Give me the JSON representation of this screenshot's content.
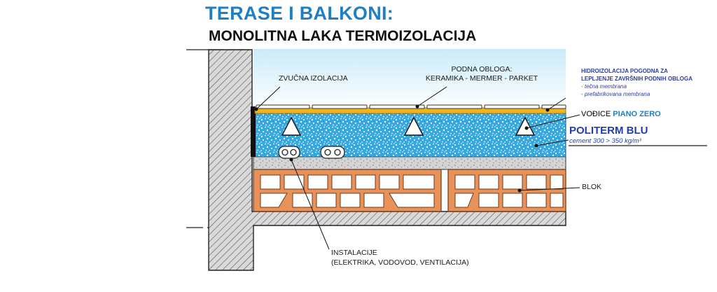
{
  "title": "TERASE I BALKONI:",
  "subtitle": "MONOLITNA LAKA TERMOIZOLACIJA",
  "labels": {
    "sound_insulation": "ZVUČNA IZOLACIJA",
    "floor_covering_line1": "PODNA OBLOGA:",
    "floor_covering_line2": "KERAMIKA - MERMER - PARKET",
    "waterproofing_line1": "HIDROIZOLACIJA POGODNA ZA",
    "waterproofing_line2": "LEPLJENJE ZAVRŠNIH PODNIH OBLOGA",
    "waterproofing_item1": "- tečna membrana",
    "waterproofing_item2": "- prefabrikovana membrana",
    "guides_prefix": "VOĐICE",
    "guides_brand": "PIANO ZERO",
    "politerm_name": "POLITERM BLU",
    "politerm_spec": "cement 300 > 350 kg/m³",
    "block": "BLOK",
    "installations_line1": "INSTALACIJE",
    "installations_line2": "(ELEKTRIKA, VODOVOD, VENTILACIJA)"
  },
  "colors": {
    "title_blue": "#1f7fc4",
    "label_navy": "#2e3c9c",
    "politerm_blue": "#1e3ea8",
    "screed_blue": "#35a8e0",
    "floor_yellow": "#f2b418",
    "brick_orange": "#e8925a",
    "concrete_grey": "#cfcfcf",
    "sky_light": "#dff2fb"
  }
}
